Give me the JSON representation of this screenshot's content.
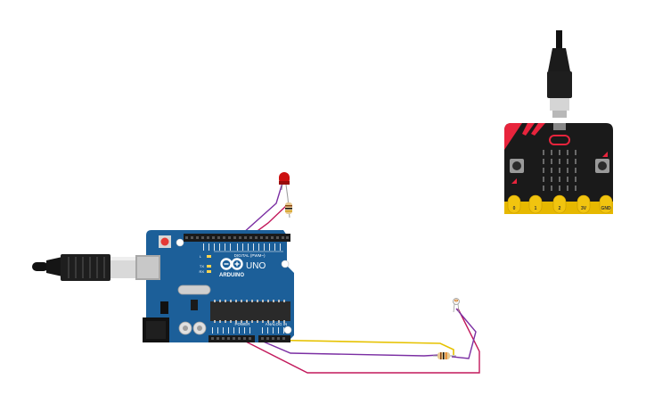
{
  "arduino": {
    "brand": "ARDUINO",
    "model": "UNO",
    "digital_label": "DIGITAL (PWM~)",
    "analog_label": "ANALOG IN",
    "power_label": "POWER",
    "led_labels": {
      "tx": "TX",
      "rx": "RX",
      "l": "L"
    }
  },
  "microbit": {
    "pins": [
      "0",
      "1",
      "2",
      "3V",
      "GND"
    ]
  },
  "colors": {
    "arduino_board": "#1c5f99",
    "microbit_board": "#1a1a1a",
    "microbit_accent": "#e8243c",
    "gold_pad": "#f1c40f",
    "wire_purple": "#7b2fa3",
    "wire_magenta": "#c2185b",
    "wire_yellow": "#e6c200",
    "led_red": "#cc1010"
  },
  "icons": {
    "usb_cable": "usb-b-cable-icon",
    "micro_usb": "micro-usb-cable-icon",
    "led": "red-led-icon",
    "photoresistor": "photoresistor-icon",
    "resistor": "resistor-icon"
  }
}
